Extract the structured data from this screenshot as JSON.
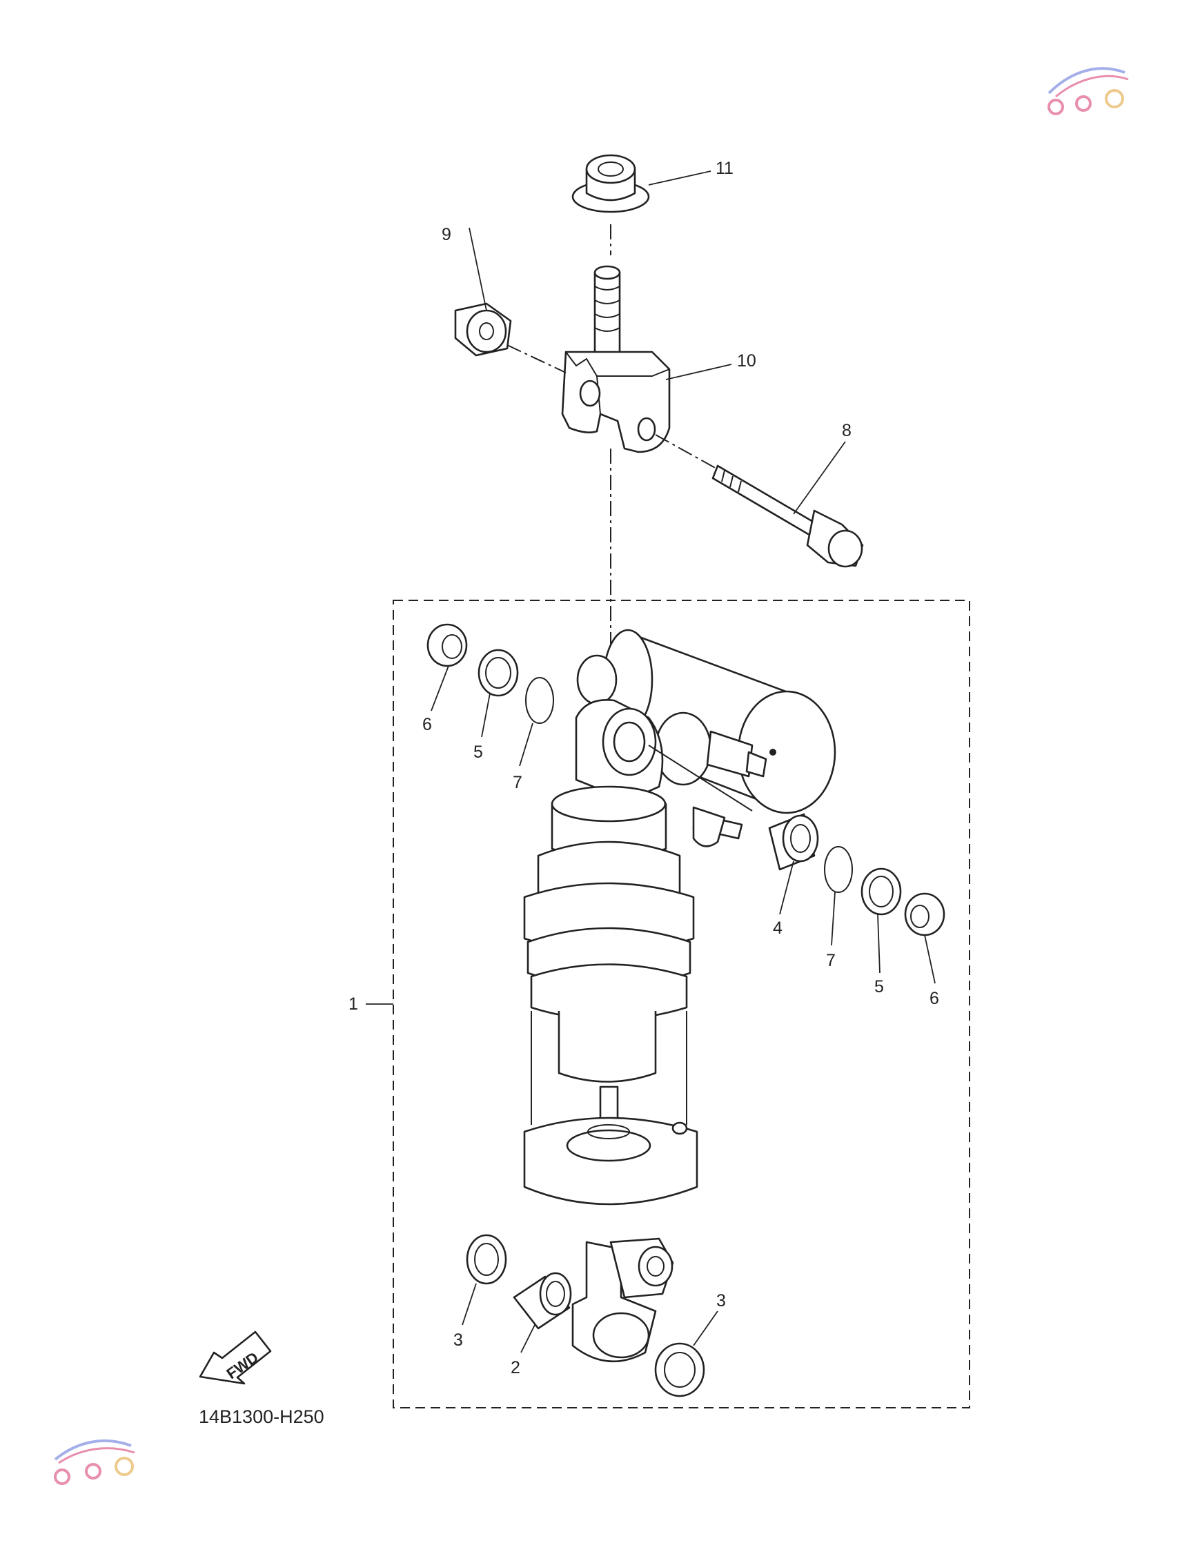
{
  "diagram": {
    "code": "14B1300-H250",
    "fwd_label": "FWD",
    "callouts": [
      "1",
      "2",
      "3",
      "3",
      "4",
      "5",
      "5",
      "6",
      "6",
      "7",
      "7",
      "8",
      "9",
      "10",
      "11"
    ]
  },
  "colors": {
    "line": "#222222",
    "background": "#ffffff",
    "watermark_red": "#d6336c",
    "watermark_blue": "#5a6fd8"
  },
  "icons": [
    "watermark-logo-icon",
    "fwd-arrow-icon"
  ]
}
